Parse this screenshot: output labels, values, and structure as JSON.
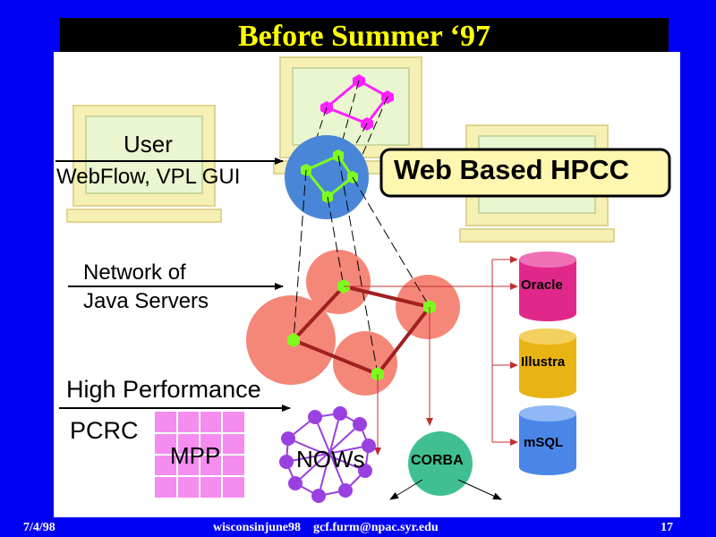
{
  "title": "Before Summer ‘97",
  "labels": {
    "user": "User",
    "gui": "WebFlow, VPL GUI",
    "web_hpcc": "Web Based HPCC",
    "network1": "Network of",
    "network2": "Java Servers",
    "high_perf": "High Performance",
    "pcrc": "PCRC",
    "mpp": "MPP",
    "nows": "NOWs",
    "corba": "CORBA",
    "oracle": "Oracle",
    "illustra": "Illustra",
    "msql": "mSQL"
  },
  "footer": {
    "date": "7/4/98",
    "center": "wisconsinjune98    gcf.furm@npac.syr.edu",
    "page": "17"
  },
  "colors": {
    "background": "#0000f5",
    "title_text": "#ffff00",
    "server_red": "#f58778",
    "gui_blue": "#4a86d8",
    "node_green": "#7cfc1e",
    "oracle": "#e0288a",
    "illustra": "#e8b414",
    "msql": "#4a86e8",
    "corba": "#40c090",
    "mpp": "#f58cf0",
    "nows": "#9a40e0",
    "arrow_red": "#c03030",
    "graph_magenta": "#ff20ff"
  }
}
